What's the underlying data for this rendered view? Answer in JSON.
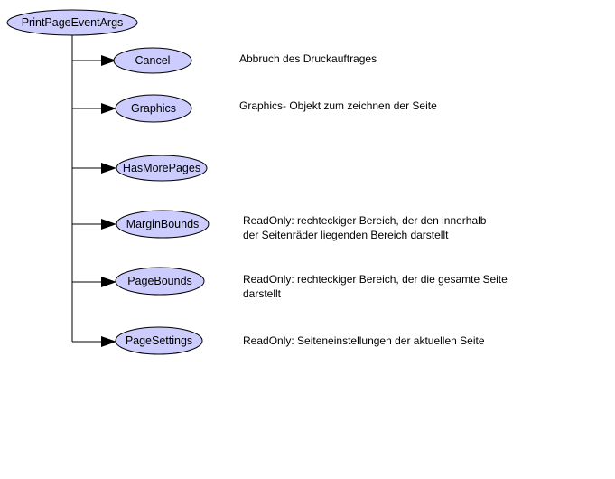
{
  "diagram": {
    "root": {
      "label": "PrintPageEventArgs"
    },
    "properties": [
      {
        "label": "Cancel",
        "description": "Abbruch des Druckauftrages"
      },
      {
        "label": "Graphics",
        "description": "Graphics- Objekt zum zeichnen der Seite"
      },
      {
        "label": "HasMorePages",
        "description": ""
      },
      {
        "label": "MarginBounds",
        "description": "ReadOnly: rechteckiger Bereich, der den innerhalb\nder Seitenräder liegenden Bereich darstellt"
      },
      {
        "label": "PageBounds",
        "description": "ReadOnly: rechteckiger Bereich, der die gesamte Seite\ndarstellt"
      },
      {
        "label": "PageSettings",
        "description": "ReadOnly: Seiteneinstellungen der aktuellen Seite"
      }
    ],
    "colors": {
      "node_fill": "#ccccff",
      "node_stroke": "#000000",
      "line": "#000000",
      "text": "#000000",
      "background": "#ffffff"
    }
  }
}
